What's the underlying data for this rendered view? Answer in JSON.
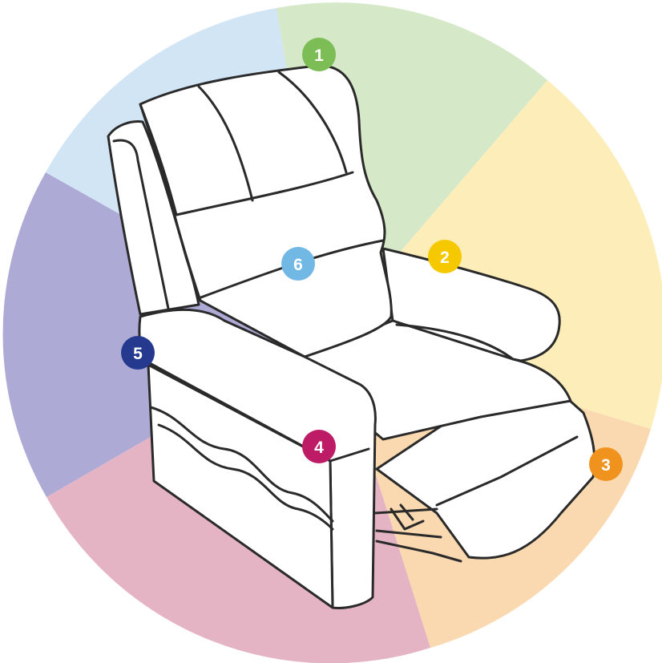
{
  "diagram": {
    "segments": [
      {
        "id": "1",
        "color": "#d5e8c8"
      },
      {
        "id": "2",
        "color": "#fcedb9"
      },
      {
        "id": "3",
        "color": "#fad9b0"
      },
      {
        "id": "4",
        "color": "#e5b4c4"
      },
      {
        "id": "5",
        "color": "#aeaad6"
      },
      {
        "id": "6",
        "color": "#d2e5f5"
      }
    ],
    "markers": [
      {
        "label": "1",
        "color": "#7cbd56"
      },
      {
        "label": "2",
        "color": "#f5c800"
      },
      {
        "label": "3",
        "color": "#f0921e"
      },
      {
        "label": "4",
        "color": "#be1b67"
      },
      {
        "label": "5",
        "color": "#253a8f"
      },
      {
        "label": "6",
        "color": "#72b8e4"
      }
    ]
  }
}
